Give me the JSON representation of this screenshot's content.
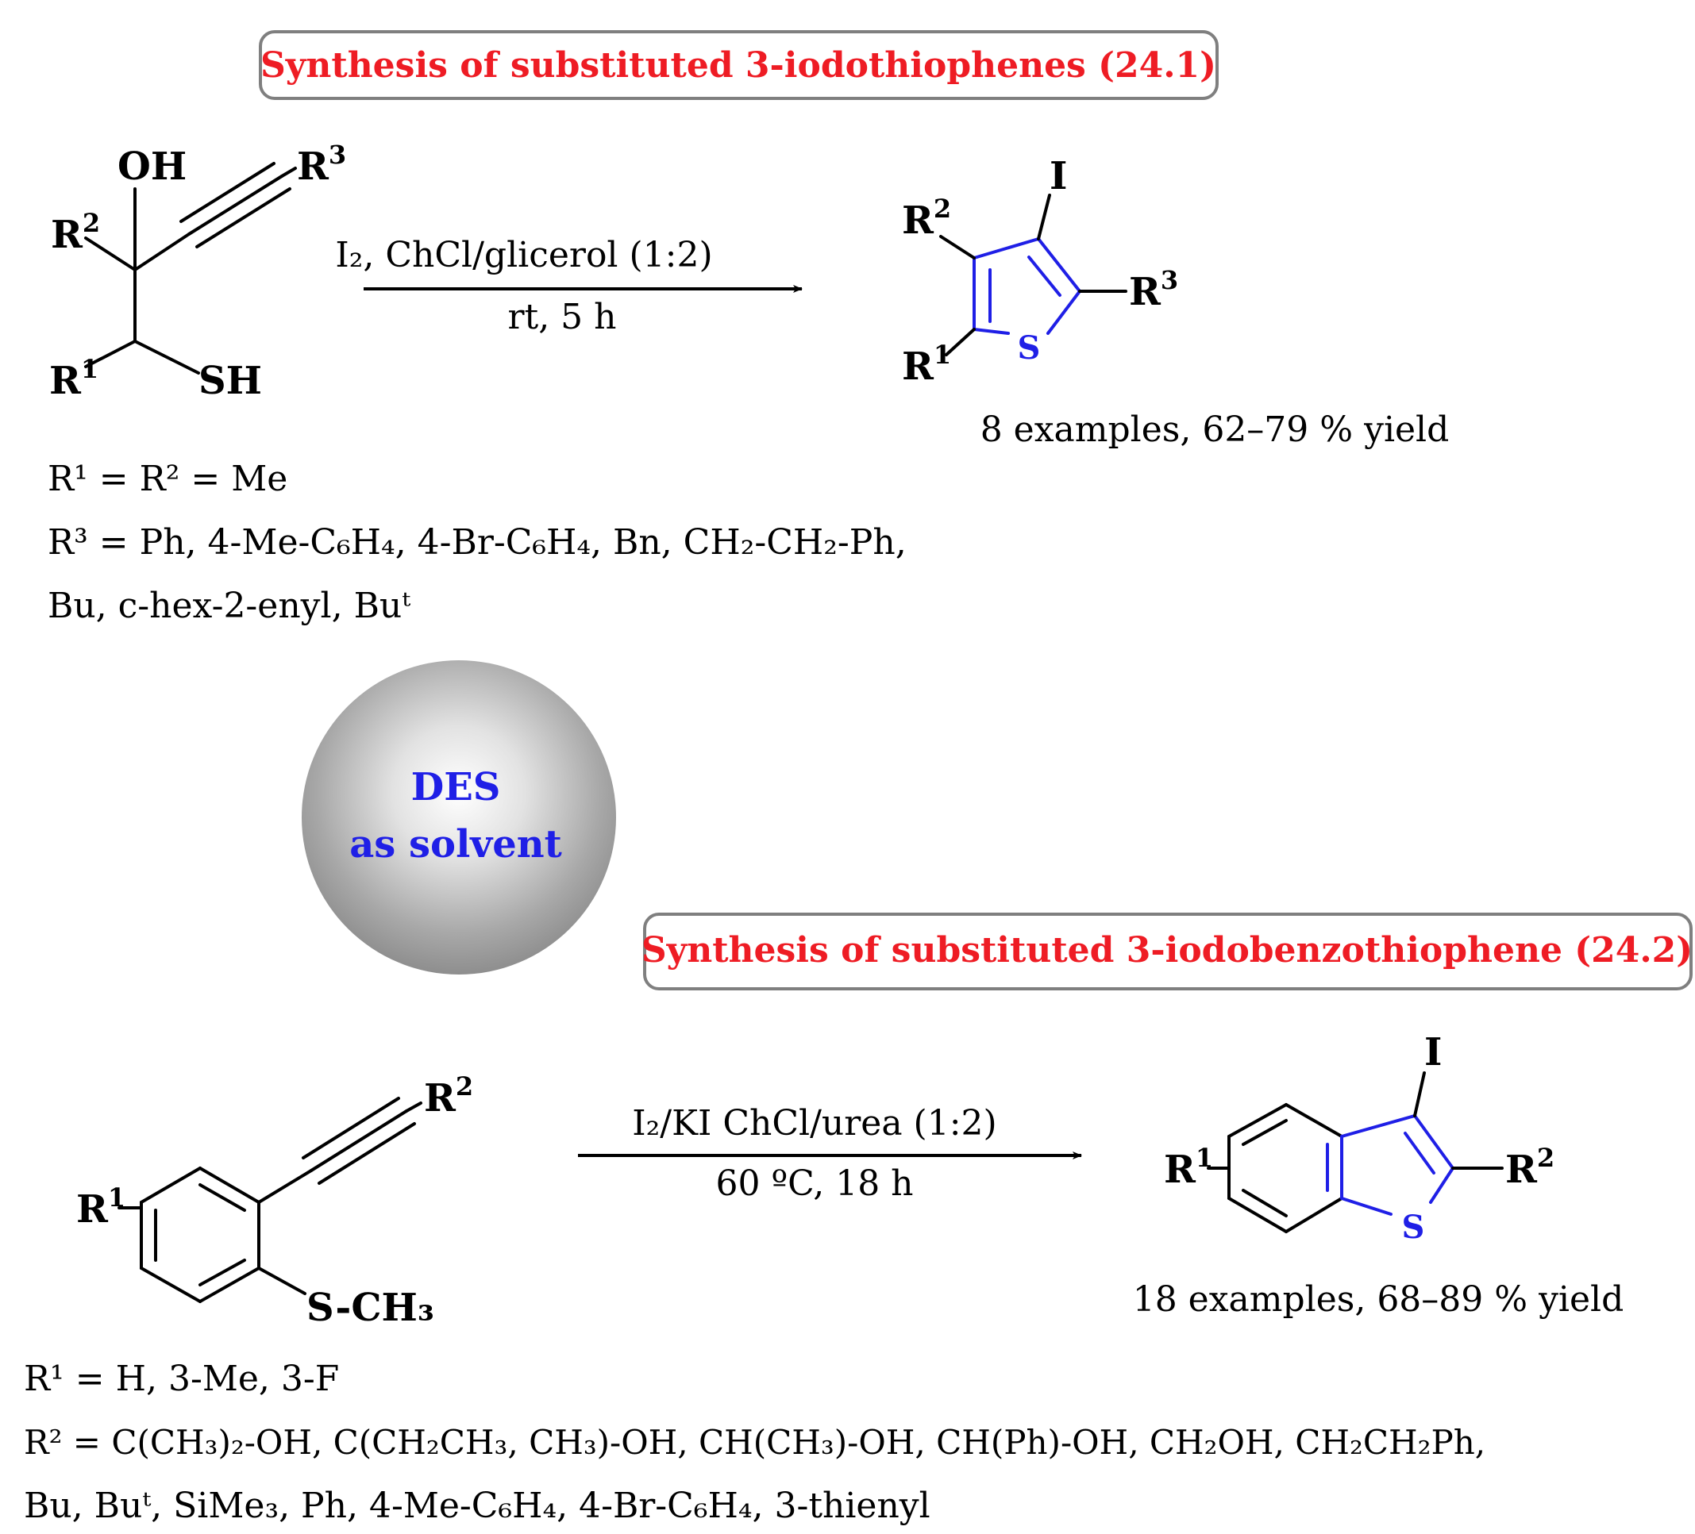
{
  "scheme_1": {
    "title": "Synthesis of substituted 3-iodothiophenes (24.1)",
    "reagent_line": "I₂, ChCl/glicerol (1:2)",
    "conditions": "rt, 5 h",
    "result": "8 examples, 62–79 % yield",
    "reactant": {
      "oh": "OH",
      "r3": "R",
      "r3_sup": "3",
      "r2": "R",
      "r2_sup": "2",
      "r1": "R",
      "r1_sup": "1",
      "sh": "SH"
    },
    "product": {
      "i": "I",
      "r2": "R",
      "r2_sup": "2",
      "r3": "R",
      "r3_sup": "3",
      "r1": "R",
      "r1_sup": "1",
      "s": "S"
    },
    "substituents": [
      "R¹ = R² = Me",
      "R³ = Ph, 4-Me-C₆H₄, 4-Br-C₆H₄, Bn, CH₂-CH₂-Ph,",
      "Bu, c-hex-2-enyl, Buᵗ"
    ]
  },
  "center_sphere": {
    "line1": "DES",
    "line2": "as solvent"
  },
  "scheme_2": {
    "title": "Synthesis of substituted 3-iodobenzothiophene (24.2)",
    "reagent_line": "I₂/KI ChCl/urea (1:2)",
    "conditions": "60 ºC, 18 h",
    "result": "18 examples, 68–89 % yield",
    "reactant": {
      "r2": "R",
      "r2_sup": "2",
      "r1": "R",
      "r1_sup": "1",
      "sch3": "S-CH₃"
    },
    "product": {
      "i": "I",
      "r1": "R",
      "r1_sup": "1",
      "r2": "R",
      "r2_sup": "2",
      "s": "S"
    },
    "substituents": [
      "R¹ = H, 3-Me, 3-F",
      "R² = C(CH₃)₂-OH, C(CH₂CH₃, CH₃)-OH, CH(CH₃)-OH, CH(Ph)-OH, CH₂OH, CH₂CH₂Ph,",
      "Bu, Buᵗ, SiMe₃, Ph, 4-Me-C₆H₄, 4-Br-C₆H₄, 3-thienyl"
    ]
  },
  "colors": {
    "title_red": "#ee1c24",
    "ring_blue": "#1f1fe6",
    "box_grey": "#7f7f7f"
  }
}
